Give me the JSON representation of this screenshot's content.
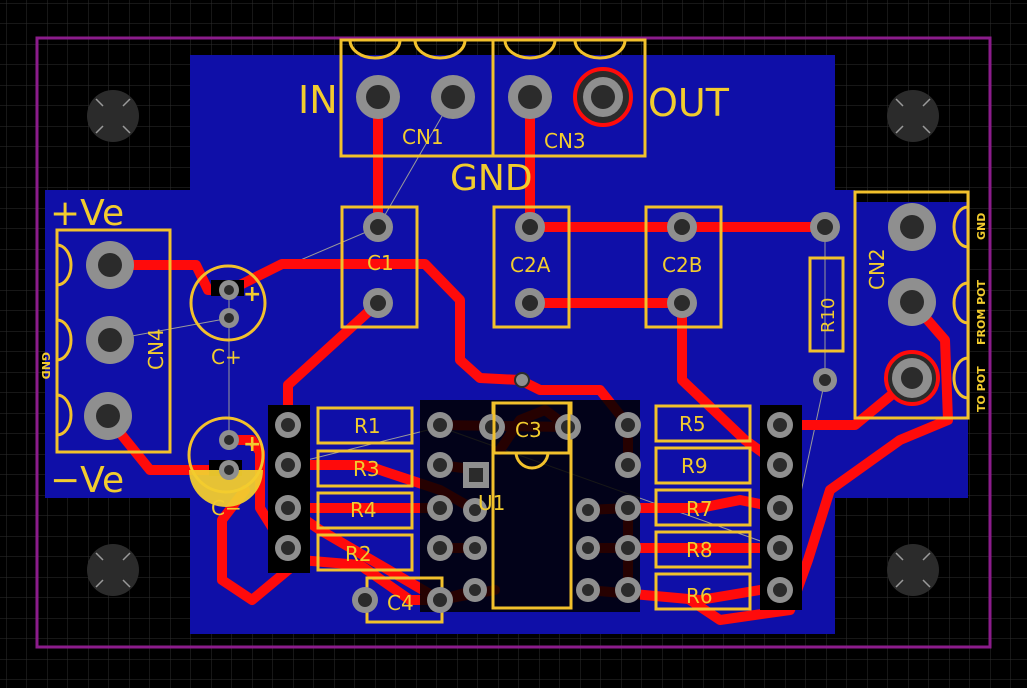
{
  "labels": {
    "in": "IN",
    "out": "OUT",
    "gnd": "GND",
    "pos_ve": "+Ve",
    "neg_ve": "−Ve",
    "cn1": "CN1",
    "cn2": "CN2",
    "cn3": "CN3",
    "cn4": "CN4",
    "c1": "C1",
    "c2a": "C2A",
    "c2b": "C2B",
    "c3": "C3",
    "c4": "C4",
    "c_plus": "C+",
    "c_minus": "C−",
    "r1": "R1",
    "r2": "R2",
    "r3": "R3",
    "r4": "R4",
    "r5": "R5",
    "r6": "R6",
    "r7": "R7",
    "r8": "R8",
    "r9": "R9",
    "r10": "R10",
    "u1": "U1",
    "cn2_gnd": "GND",
    "cn2_from_pot": "FROM POT",
    "cn2_to_pot": "TO POT",
    "cn4_gnd": "GND",
    "plus_mark": "+"
  },
  "colors": {
    "background": "#000000",
    "grid": "#2e2e2e",
    "board_outline": "#8b1c8b",
    "copper_pour": "#0f0fa8",
    "trace": "#ff0b0b",
    "silkscreen": "#f2cc2e",
    "pad": "#8f8f8f",
    "hole": "#2b2b2b"
  }
}
